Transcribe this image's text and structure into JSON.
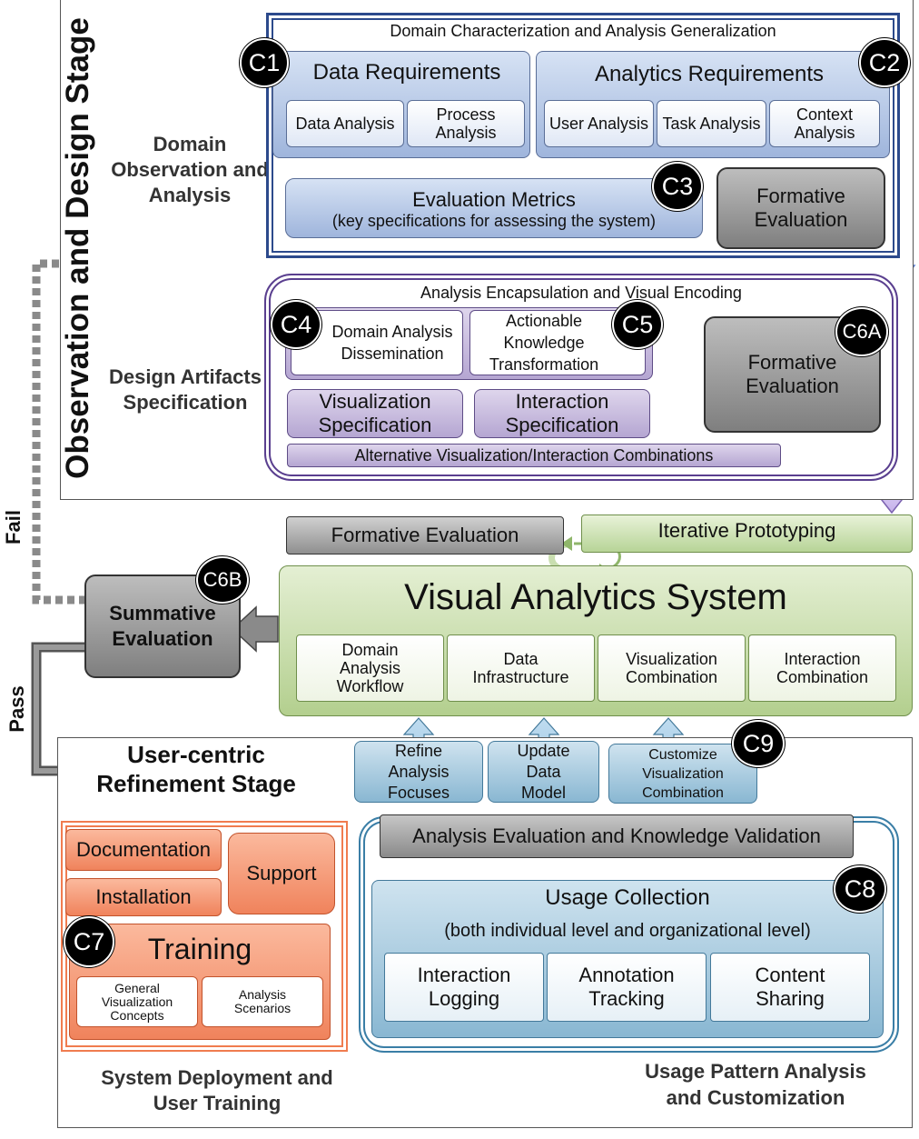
{
  "observation_stage": {
    "title": "Observation and Design Stage",
    "domain_section": {
      "label": "Domain Observation and Analysis",
      "title": "Domain Characterization and Analysis Generalization",
      "data_requirements": {
        "badge": "C1",
        "title": "Data Requirements",
        "items": [
          "Data Analysis",
          "Process Analysis"
        ]
      },
      "analytics_requirements": {
        "badge": "C2",
        "title": "Analytics Requirements",
        "items": [
          "User Analysis",
          "Task Analysis",
          "Context Analysis"
        ]
      },
      "evaluation_metrics": {
        "badge": "C3",
        "title": "Evaluation Metrics",
        "subtitle": "(key specifications for assessing the system)"
      },
      "formative_evaluation": "Formative Evaluation"
    },
    "design_section": {
      "label": "Design Artifacts Specification",
      "title": "Analysis Encapsulation and Visual Encoding",
      "dissemination": {
        "badge": "C4",
        "text": "Domain Analysis Dissemination"
      },
      "transformation": {
        "badge": "C5",
        "text": "Actionable Knowledge Transformation"
      },
      "vis_spec": "Visualization Specification",
      "interaction_spec": "Interaction Specification",
      "alternatives": "Alternative Visualization/Interaction Combinations",
      "formative_evaluation": {
        "badge": "C6A",
        "text": "Formative Evaluation"
      }
    }
  },
  "system": {
    "formative_evaluation": "Formative Evaluation",
    "iterative_prototyping": "Iterative Prototyping",
    "title": "Visual Analytics System",
    "components": [
      "Domain Analysis Workflow",
      "Data Infrastructure",
      "Visualization Combination",
      "Interaction Combination"
    ]
  },
  "summative": {
    "badge": "C6B",
    "text": "Summative Evaluation",
    "fail_label": "Fail",
    "pass_label": "Pass"
  },
  "refinement_stage": {
    "title": "User-centric Refinement Stage",
    "feedback": [
      {
        "text": "Refine Analysis Focuses"
      },
      {
        "text": "Update Data Model"
      },
      {
        "text": "Customize Visualization Combination",
        "badge": "C9"
      }
    ],
    "deployment": {
      "label": "System Deployment and User Training",
      "documentation": "Documentation",
      "installation": "Installation",
      "support": "Support",
      "training": {
        "badge": "C7",
        "title": "Training",
        "items": [
          "General Visualization Concepts",
          "Analysis Scenarios"
        ]
      }
    },
    "usage": {
      "label": "Usage Pattern Analysis and Customization",
      "validation": "Analysis Evaluation and Knowledge Validation",
      "collection": {
        "badge": "C8",
        "title": "Usage Collection",
        "subtitle": "(both individual level and organizational level)"
      },
      "items": [
        "Interaction Logging",
        "Annotation Tracking",
        "Content Sharing"
      ]
    }
  }
}
